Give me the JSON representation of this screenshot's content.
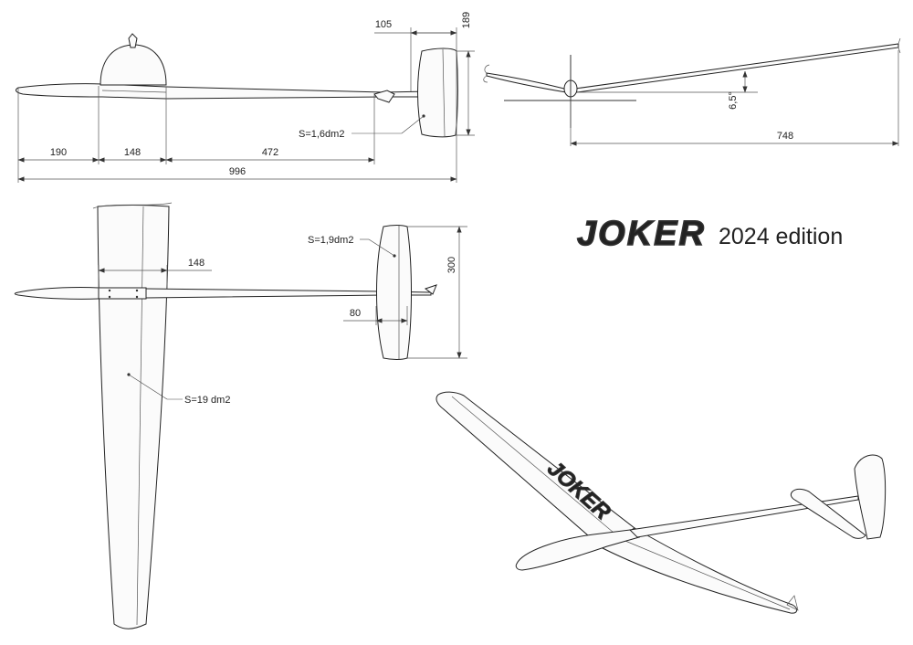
{
  "side_view": {
    "dims": {
      "d190": "190",
      "d148": "148",
      "d472": "472",
      "d996": "996",
      "d105": "105",
      "d189": "189"
    },
    "fin_area": "S=1,6dm2"
  },
  "front_view": {
    "dihedral": "6,5°",
    "span": "748"
  },
  "top_view": {
    "wing_chord": "148",
    "wing_area": "S=19 dm2",
    "stab_area": "S=1,9dm2",
    "stab_span": "300",
    "stab_chord": "80"
  },
  "title": {
    "logo_text": "JOKER",
    "edition": "2024 edition"
  },
  "perspective": {
    "wing_logo_text": "JOKER"
  }
}
